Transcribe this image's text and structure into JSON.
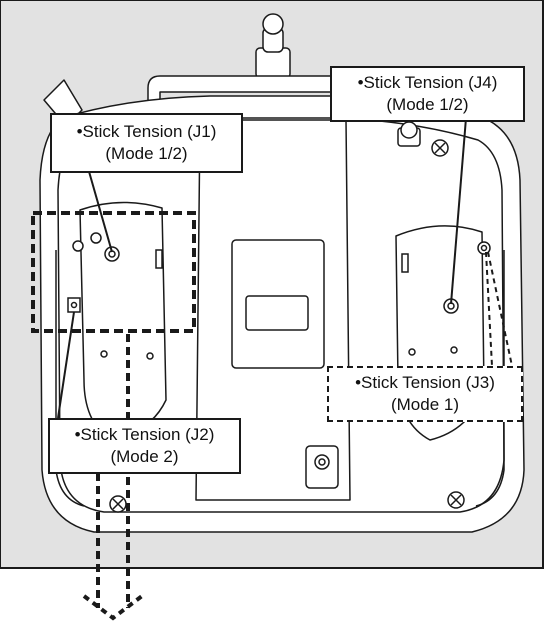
{
  "callouts": {
    "j1": {
      "line1": "•Stick Tension (J1)",
      "line2": "(Mode 1/2)"
    },
    "j2": {
      "line1": "•Stick Tension (J2)",
      "line2": "(Mode 2)"
    },
    "j3": {
      "line1": "•Stick Tension (J3)",
      "line2": "(Mode 1)"
    },
    "j4": {
      "line1": "•Stick Tension (J4)",
      "line2": "(Mode 1/2)"
    }
  },
  "colors": {
    "background_panel": "#e2e2e2",
    "outline": "#1a1a1a",
    "callout_fill": "#ffffff"
  }
}
